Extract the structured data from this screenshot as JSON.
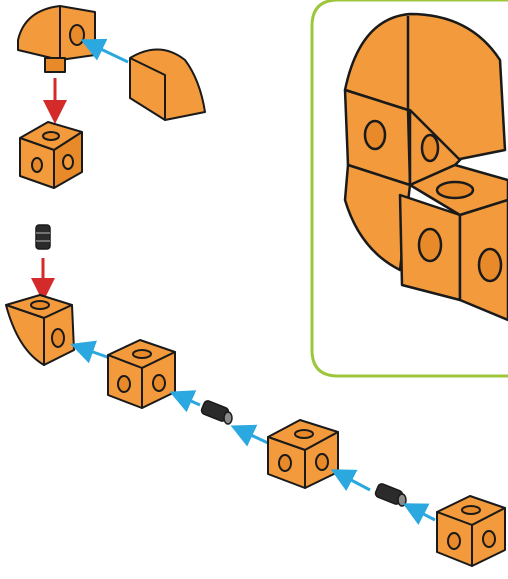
{
  "diagram": {
    "description_visible_text": "",
    "colors": {
      "block_fill": "#F29A3C",
      "block_shade": "#E88A2A",
      "outline": "#1a1a1a",
      "connector_arrow": "#2BA8E0",
      "stack_arrow": "#D42A2A",
      "inset_border": "#9DC63B",
      "pin_dark": "#2b2b2b",
      "pin_light": "#8a8a8a"
    },
    "icons": {
      "cube": "cube-block",
      "quarter_round": "quarter-round-block",
      "axle_pin": "connector-pin"
    }
  }
}
